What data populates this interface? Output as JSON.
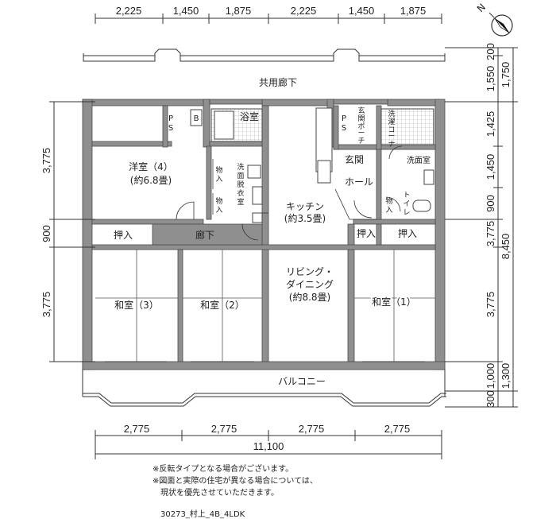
{
  "dimensions": {
    "top": [
      "2,225",
      "1,450",
      "1,875",
      "2,225",
      "1,450",
      "1,875"
    ],
    "bottom": [
      "2,775",
      "2,775",
      "2,775",
      "2,775"
    ],
    "bottom_total": "11,100",
    "left": [
      "3,775",
      "900",
      "3,775"
    ],
    "right_inner": [
      "200",
      "1,550",
      "1,425",
      "1,450",
      "900",
      "3,775",
      "1,000",
      "300"
    ],
    "right_outer": [
      "1,750",
      "8,450",
      "1,300"
    ]
  },
  "rooms": {
    "corridor_shared": "共用廊下",
    "western_room": "洋室（4）",
    "western_room_size": "(約6.8畳)",
    "ps_left": "P\nS",
    "b_box": "B",
    "bath": "浴室",
    "washroom": "洗\n面\n脱\n衣\n室",
    "storage_a": "物\n入",
    "storage_b": "物\n入",
    "kitchen": "キッチン",
    "kitchen_size": "(約3.5畳)",
    "ps_right": "P\nS",
    "entrance_porch": "玄\n関\nポ\nー\nチ",
    "laundry_corner": "洗\n濯\nコ\nー\nナ\nー",
    "entrance": "玄関",
    "hall": "ホール",
    "wash_room_2": "洗面室",
    "storage_c": "物\n入",
    "toilet": "ト\nイ\nレ",
    "closet_1": "押入",
    "hallway": "廊下",
    "closet_2": "押入",
    "closet_3": "押入",
    "living": "リビング・",
    "living_2": "ダイニング",
    "living_size": "(約8.8畳)",
    "jroom_3": "和室（3）",
    "jroom_2": "和室（2）",
    "jroom_1": "和室（1）",
    "balcony": "バルコニー"
  },
  "compass": {
    "label": "N"
  },
  "notes": [
    "※反転タイプとなる場合がございます。",
    "※図面と実際の住宅が異なる場合については、",
    "　現状を優先させていただきます。"
  ],
  "code": "30273_村上_4B_4LDK"
}
